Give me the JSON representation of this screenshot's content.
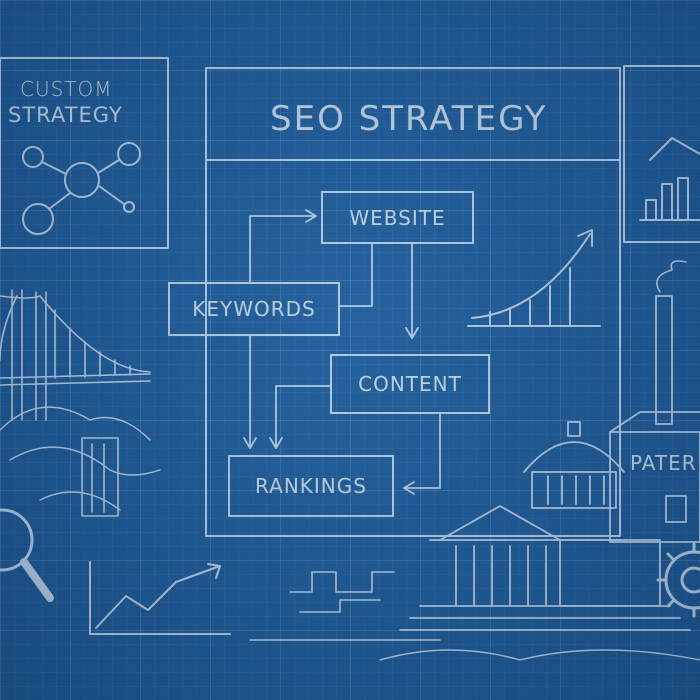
{
  "custom_strategy": {
    "line1": "CUSTOM",
    "line2": "STRATEGY"
  },
  "main_title": "SEO STRATEGY",
  "flow_nodes": {
    "website": "WEBSITE",
    "keywords": "KEYWORDS",
    "content": "CONTENT",
    "rankings": "RANKINGS"
  },
  "side_label": "PATER",
  "colors": {
    "background": "#1f5c98",
    "line": "#dce9f7",
    "text": "#eef5fc"
  },
  "icons": [
    "network-icon",
    "bridge-illustration",
    "magnifier-icon",
    "growth-chart-icon",
    "bar-chart-icon",
    "capitol-building-illustration",
    "factory-illustration",
    "gear-icon"
  ]
}
